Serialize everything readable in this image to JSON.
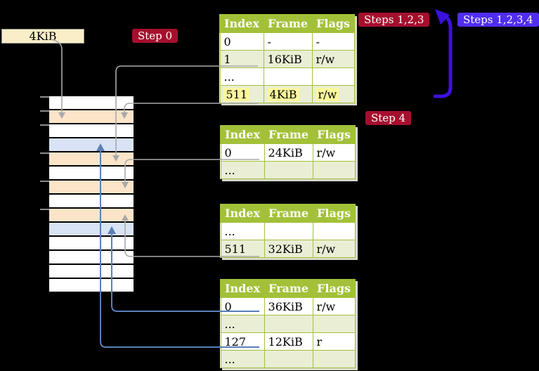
{
  "colors": {
    "background": "#000000",
    "table_header_bg": "#a2c139",
    "table_border": "#a2c139",
    "row_alt_bg": "#e9eed5",
    "highlight_bg": "#fdf79d",
    "mem_orange": "#fce4c9",
    "mem_blue": "#d8e3f5",
    "badge_red_bg": "#a50f2e",
    "badge_blue_bg": "#512df2",
    "label_box_bg": "#faeec9",
    "connector_gray": "#a9a9a9",
    "connector_blue": "#5b7fb8",
    "big_arrow_blue": "#3c11e0",
    "tick_gray": "#8c8c8c"
  },
  "labels": {
    "page_size_box": "4KiB",
    "step0": "Step 0",
    "steps123": "Steps 1,2,3",
    "steps1234": "Steps 1,2,3,4",
    "step4": "Step 4"
  },
  "table_headers": [
    "Index",
    "Frame",
    "Flags"
  ],
  "tables": [
    {
      "id": "page-table-at-4kib",
      "rows": [
        {
          "index": "0",
          "frame": "-",
          "flags": "-"
        },
        {
          "index": "1",
          "frame": "16KiB",
          "flags": "r/w"
        },
        {
          "index": "...",
          "frame": "",
          "flags": ""
        },
        {
          "index": "511",
          "frame": "4KiB",
          "flags": "r/w",
          "highlighted": true
        }
      ]
    },
    {
      "id": "page-table-at-16kib",
      "rows": [
        {
          "index": "0",
          "frame": "24KiB",
          "flags": "r/w"
        },
        {
          "index": "...",
          "frame": "",
          "flags": ""
        }
      ]
    },
    {
      "id": "page-table-at-24kib",
      "rows": [
        {
          "index": "...",
          "frame": "",
          "flags": ""
        },
        {
          "index": "511",
          "frame": "32KiB",
          "flags": "r/w"
        }
      ]
    },
    {
      "id": "page-table-at-32kib",
      "rows": [
        {
          "index": "0",
          "frame": "36KiB",
          "flags": "r/w"
        },
        {
          "index": "...",
          "frame": "",
          "flags": ""
        },
        {
          "index": "127",
          "frame": "12KiB",
          "flags": "r"
        },
        {
          "index": "...",
          "frame": "",
          "flags": ""
        }
      ]
    }
  ],
  "memory": {
    "rows": [
      "white",
      "orange",
      "white",
      "blue",
      "orange",
      "white",
      "orange",
      "white",
      "orange",
      "blue",
      "white",
      "white",
      "white",
      "white"
    ]
  }
}
